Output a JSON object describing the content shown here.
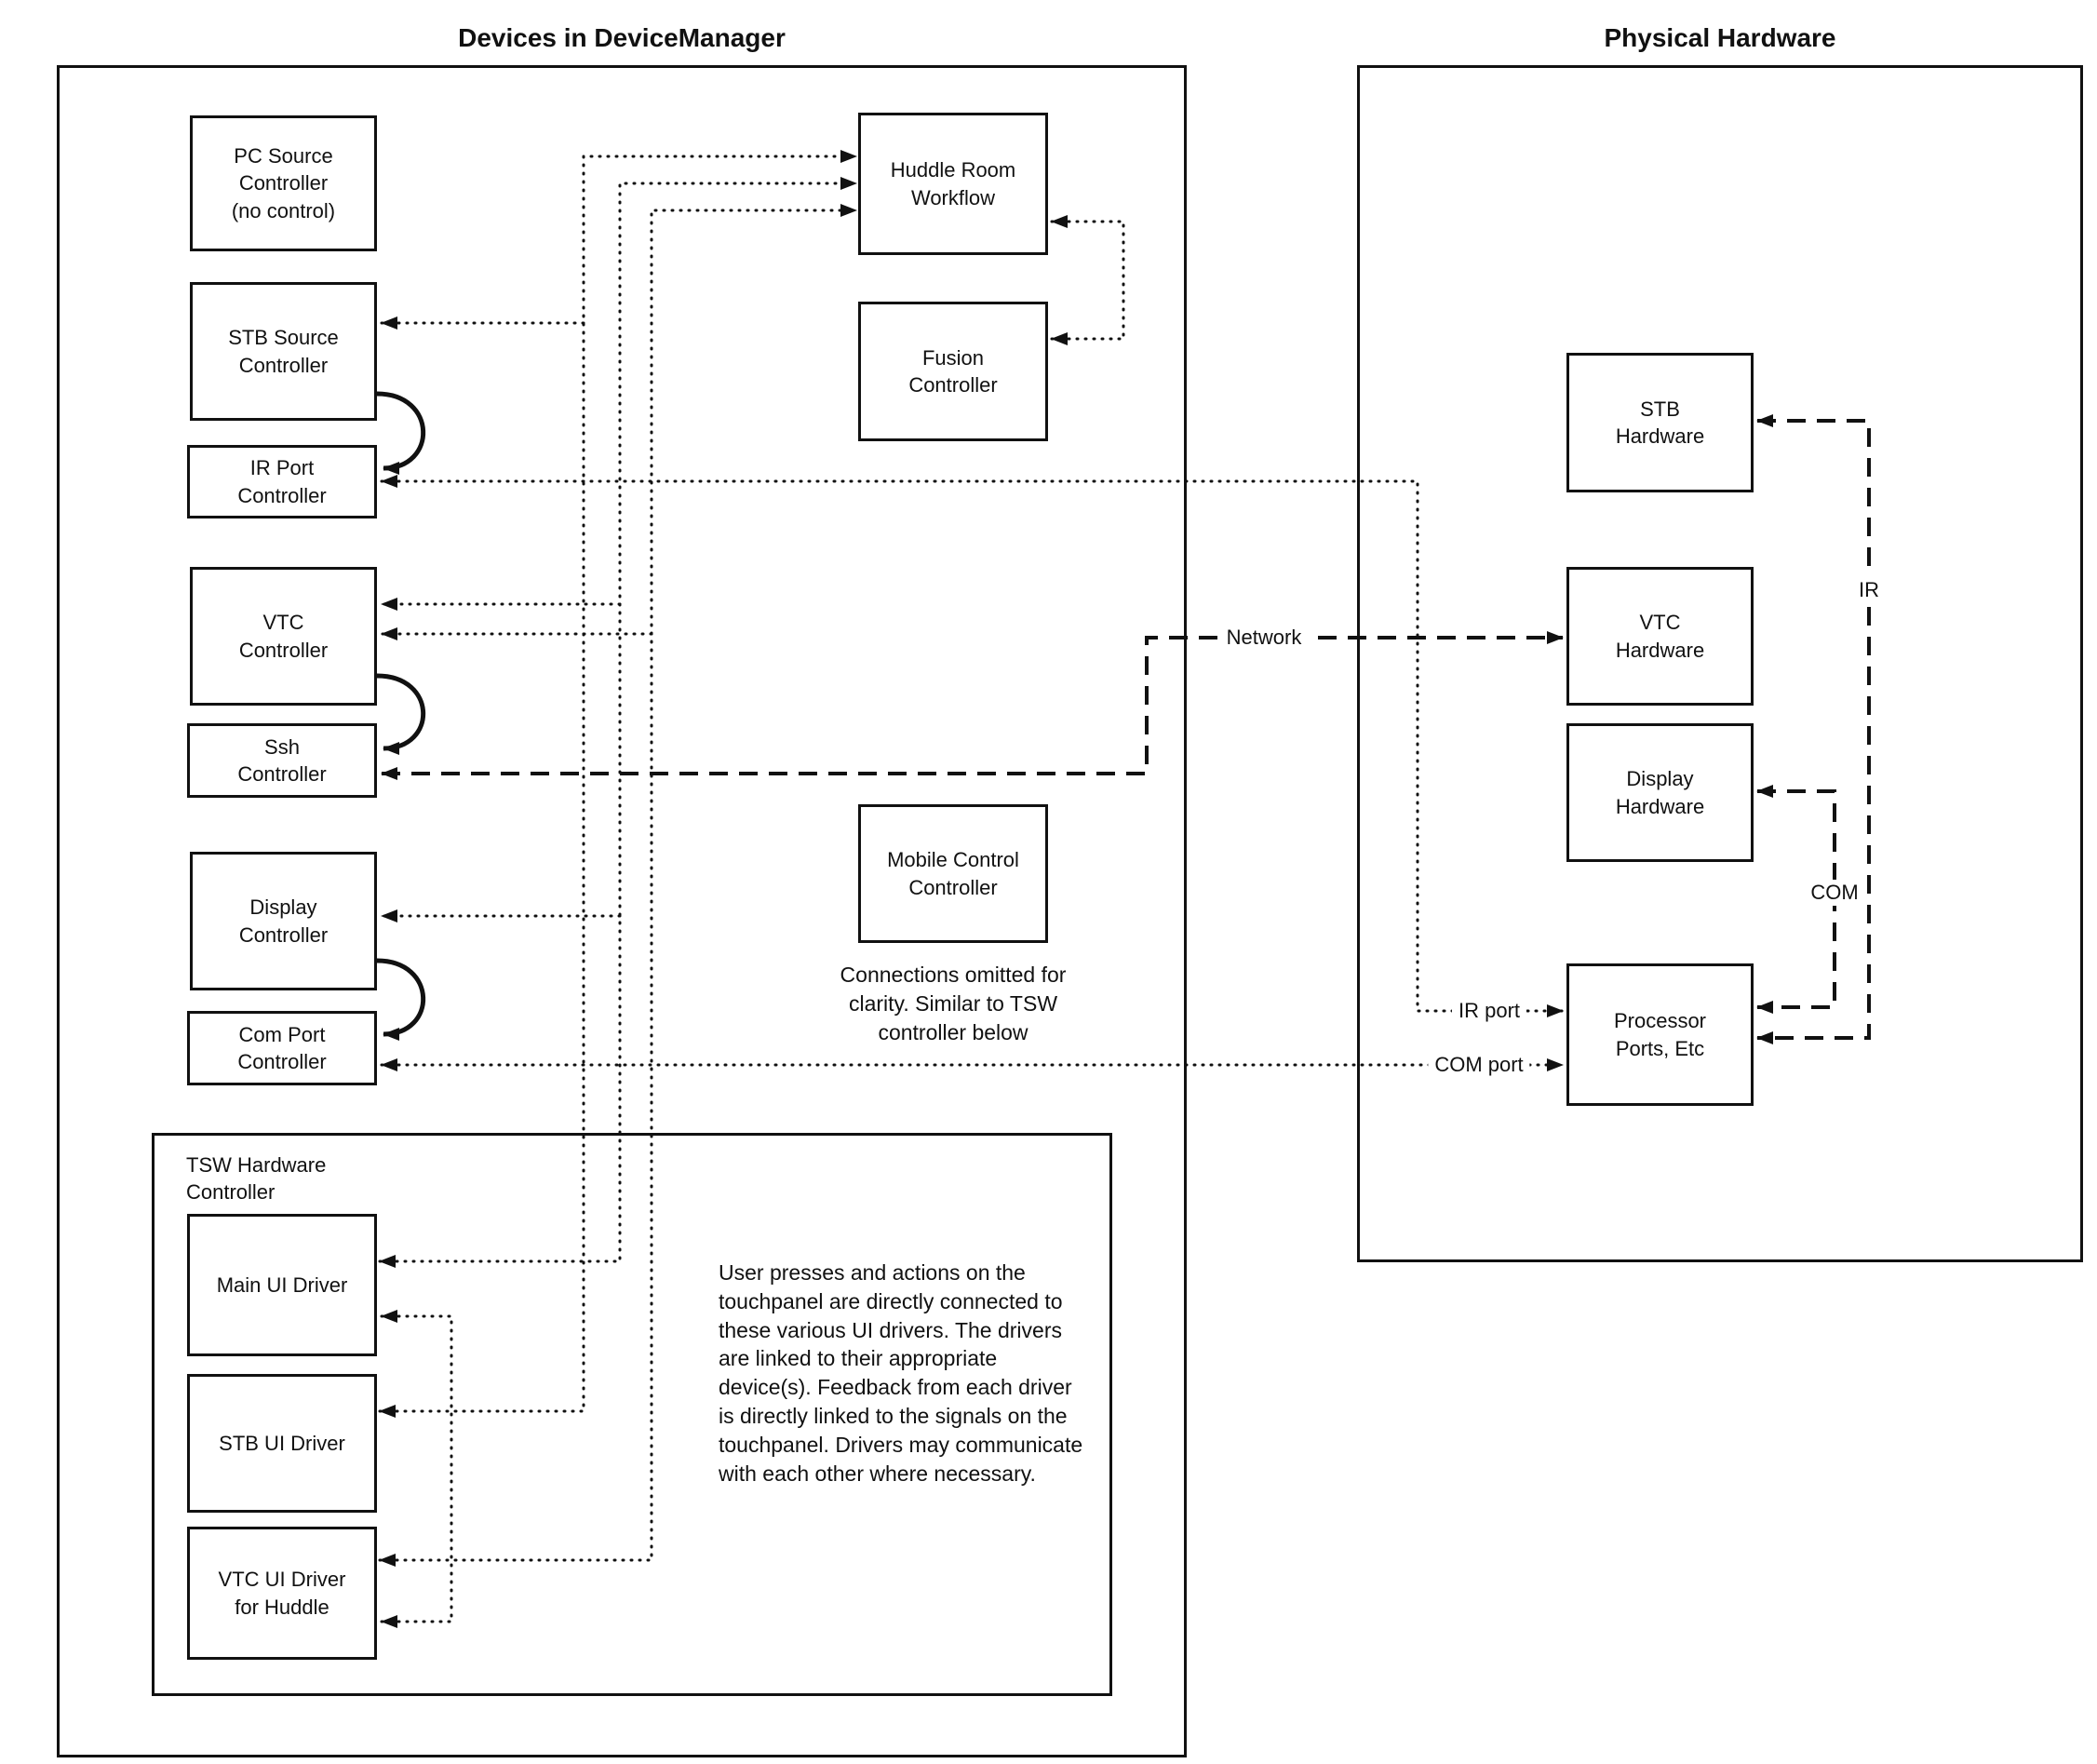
{
  "titles": {
    "device_manager": "Devices in DeviceManager",
    "physical_hardware": "Physical Hardware"
  },
  "nodes": {
    "pc_source": [
      "PC Source",
      "Controller",
      "(no control)"
    ],
    "stb_source": [
      "STB Source",
      "Controller"
    ],
    "ir_port": [
      "IR Port",
      "Controller"
    ],
    "vtc": [
      "VTC",
      "Controller"
    ],
    "ssh": [
      "Ssh",
      "Controller"
    ],
    "display": [
      "Display",
      "Controller"
    ],
    "com_port": [
      "Com Port",
      "Controller"
    ],
    "huddle": [
      "Huddle Room",
      "Workflow"
    ],
    "fusion": [
      "Fusion",
      "Controller"
    ],
    "mobile": [
      "Mobile Control",
      "Controller"
    ],
    "tsw_group": [
      "TSW Hardware",
      "Controller"
    ],
    "main_ui": [
      "Main UI Driver"
    ],
    "stb_ui": [
      "STB UI Driver"
    ],
    "vtc_ui": [
      "VTC UI Driver",
      "for Huddle"
    ],
    "stb_hw": [
      "STB",
      "Hardware"
    ],
    "vtc_hw": [
      "VTC",
      "Hardware"
    ],
    "display_hw": [
      "Display",
      "Hardware"
    ],
    "processor": [
      "Processor",
      "Ports, Etc"
    ]
  },
  "notes": {
    "mobile_note": [
      "Connections omitted for",
      "clarity. Similar to TSW",
      "controller below"
    ],
    "tsw_paragraph": "User presses and actions on the touchpanel are directly connected to these various UI drivers.  The drivers are linked to their appropriate device(s). Feedback from each driver is directly linked to the signals on the touchpanel. Drivers may communicate with each other where necessary."
  },
  "edge_labels": {
    "network": "Network",
    "ir": "IR",
    "com": "COM",
    "ir_port": "IR port",
    "com_port": "COM port"
  },
  "connections": [
    {
      "from": "STB UI Driver",
      "to": "Huddle Room Workflow",
      "type": "dotted",
      "bidirectional": true
    },
    {
      "from": "STB UI Driver",
      "to": "STB Source Controller",
      "type": "dotted"
    },
    {
      "from": "Main UI Driver",
      "to": "Huddle Room Workflow",
      "type": "dotted",
      "bidirectional": true
    },
    {
      "from": "Main UI Driver",
      "to": "VTC Controller",
      "type": "dotted"
    },
    {
      "from": "Main UI Driver",
      "to": "Display Controller",
      "type": "dotted"
    },
    {
      "from": "VTC UI Driver for Huddle",
      "to": "Huddle Room Workflow",
      "type": "dotted",
      "bidirectional": true
    },
    {
      "from": "VTC UI Driver for Huddle",
      "to": "VTC Controller",
      "type": "dotted"
    },
    {
      "from": "Huddle Room Workflow",
      "to": "Fusion Controller",
      "type": "dotted",
      "bidirectional": true
    },
    {
      "from": "Main UI Driver",
      "to": "VTC UI Driver for Huddle",
      "type": "dotted",
      "bidirectional": true
    },
    {
      "from": "STB Source Controller",
      "to": "IR Port Controller",
      "type": "solid"
    },
    {
      "from": "VTC Controller",
      "to": "Ssh Controller",
      "type": "solid"
    },
    {
      "from": "Display Controller",
      "to": "Com Port Controller",
      "type": "solid"
    },
    {
      "from": "IR Port Controller",
      "to": "Processor Ports, Etc",
      "type": "dotted",
      "label": "IR port"
    },
    {
      "from": "Com Port Controller",
      "to": "Processor Ports, Etc",
      "type": "dotted",
      "label": "COM port"
    },
    {
      "from": "Ssh Controller",
      "to": "VTC Hardware",
      "type": "dashed",
      "label": "Network",
      "bidirectional": true
    },
    {
      "from": "Processor Ports, Etc",
      "to": "STB Hardware",
      "type": "dashed",
      "label": "IR",
      "bidirectional": true
    },
    {
      "from": "Processor Ports, Etc",
      "to": "Display Hardware",
      "type": "dashed",
      "label": "COM",
      "bidirectional": true
    }
  ],
  "colors": {
    "line": "#111111",
    "background": "#ffffff"
  }
}
